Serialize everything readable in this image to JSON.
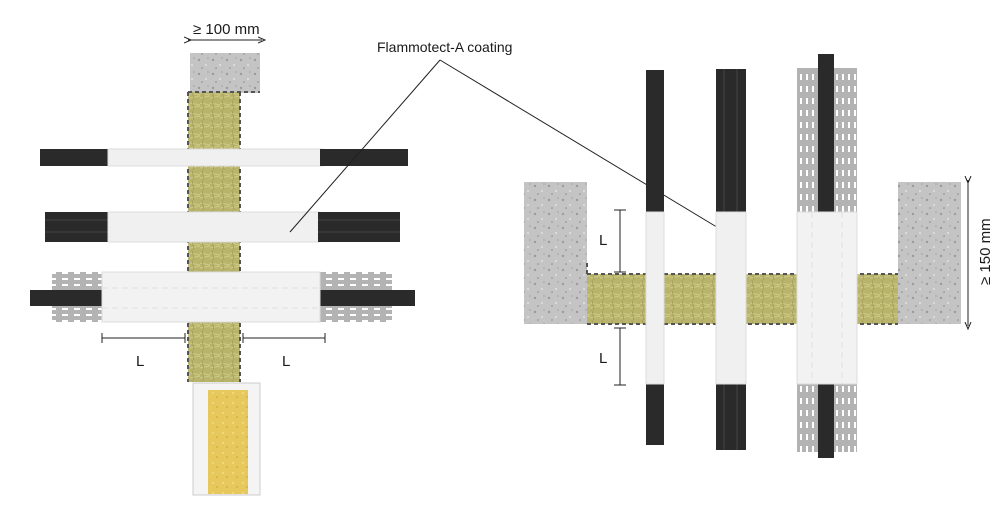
{
  "labels": {
    "wall_thickness": "≥ 100 mm",
    "coating": "Flammotect-A coating",
    "slab_thickness": "≥ 150 mm",
    "length_L": "L"
  },
  "colors": {
    "concrete": "#c2c2c2",
    "mineral_wool": "#b8b36b",
    "pipe_black": "#2a2a2a",
    "coating_white": "#f2f2f2",
    "steel_pipe": "#b0b0b0",
    "yellow_board": "#e8c95a"
  }
}
